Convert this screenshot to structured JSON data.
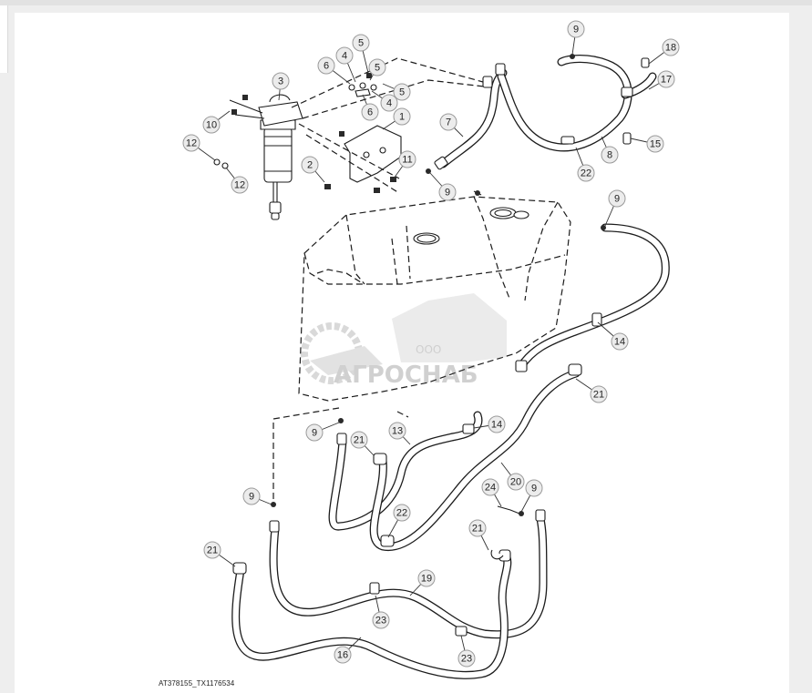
{
  "diagram": {
    "reference_code": "AT378155_TX1176534",
    "watermark": {
      "small_text": "ООО",
      "brand_text": "АГРОСНАБ"
    },
    "callouts": [
      "1",
      "2",
      "3",
      "4",
      "4",
      "5",
      "5",
      "5",
      "6",
      "6",
      "7",
      "8",
      "9",
      "9",
      "9",
      "9",
      "9",
      "9",
      "10",
      "11",
      "12",
      "12",
      "13",
      "14",
      "14",
      "15",
      "16",
      "17",
      "18",
      "19",
      "20",
      "21",
      "21",
      "21",
      "21",
      "22",
      "22",
      "23",
      "23",
      "24"
    ]
  }
}
